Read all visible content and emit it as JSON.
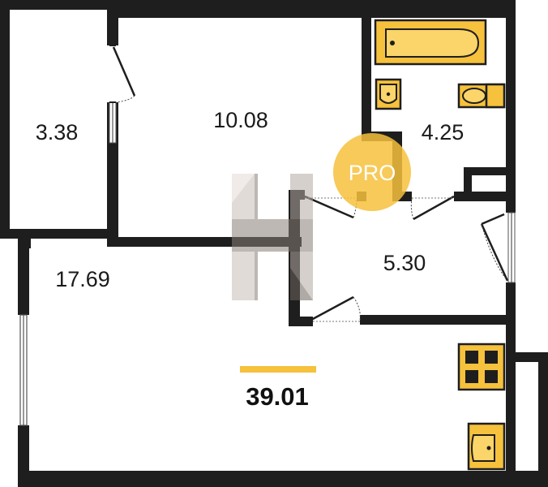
{
  "rooms": {
    "storage": {
      "area": "3.38"
    },
    "bedroom": {
      "area": "10.08"
    },
    "bathroom": {
      "area": "4.25"
    },
    "hallway": {
      "area": "5.30"
    },
    "living_kitchen": {
      "area": "17.69"
    }
  },
  "total": {
    "area": "39.01"
  },
  "badge": {
    "text": "PRO"
  },
  "colors": {
    "walls": "#1e1e1e",
    "fixtures": "#f6c13c",
    "accent_bar": "#f6c13c",
    "badge": "#f6c13c",
    "watermark": "#8a7f78"
  },
  "icons": {
    "bathtub": "bathtub-icon",
    "washbasin": "washbasin-icon",
    "toilet": "toilet-icon",
    "stove": "stove-icon",
    "kitchen_sink": "kitchen-sink-icon",
    "watermark": "h-logo-watermark"
  }
}
